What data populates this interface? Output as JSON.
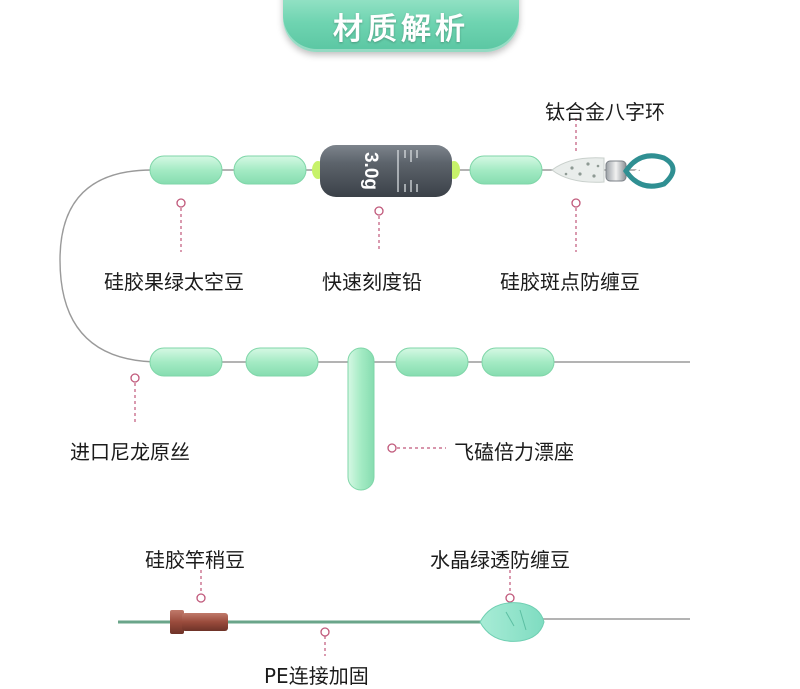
{
  "title": "材质解析",
  "labels": {
    "swivel": "钛合金八字环",
    "space_beans": "硅胶果绿太空豆",
    "sinker": "快速刻度铅",
    "anti_tangle_dotted": "硅胶斑点防缠豆",
    "nylon_line": "进口尼龙原丝",
    "float_seat": "飞磕倍力漂座",
    "rod_tip_bean": "硅胶竿稍豆",
    "crystal_bean": "水晶绿透防缠豆",
    "pe_link": "PE连接加固"
  },
  "sinker_weight": "3.0g",
  "colors": {
    "bead": "#a6ecc6",
    "banner": "#6fd4b1",
    "pin": "#c0587a",
    "sinker": "#5a6169",
    "pe_line": "#6aa58a",
    "rod_bean": "#9a4b3c"
  }
}
